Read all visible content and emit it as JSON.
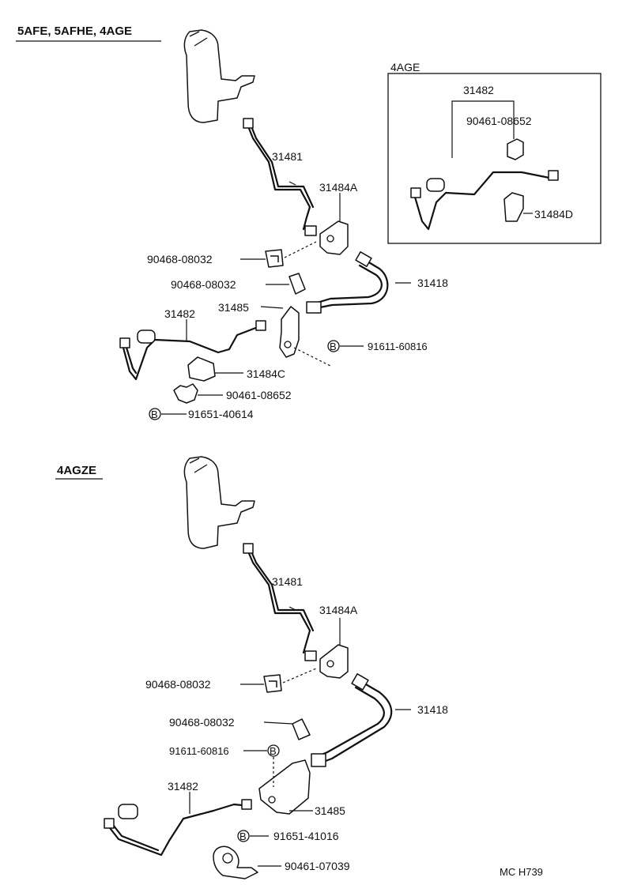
{
  "sections": {
    "top_title": "5AFE, 5AFHE, 4AGE",
    "bottom_title": "4AGZE",
    "inset_title": "4AGE"
  },
  "labels": {
    "t_31481": "31481",
    "t_31484a": "31484A",
    "t_90468a": "90468-08032",
    "t_90468b": "90468-08032",
    "t_31418": "31418",
    "t_31485": "31485",
    "t_31482": "31482",
    "t_91611": "91611-60816",
    "t_31484c": "31484C",
    "t_90461": "90461-08652",
    "t_91651": "91651-40614",
    "i_31482": "31482",
    "i_90461": "90461-08652",
    "i_31484d": "31484D",
    "b_31481": "31481",
    "b_31484a": "31484A",
    "b_90468a": "90468-08032",
    "b_31418": "31418",
    "b_90468b": "90468-08032",
    "b_91611": "91611-60816",
    "b_31482": "31482",
    "b_31485": "31485",
    "b_91651": "91651-41016",
    "b_90461": "90461-07039"
  },
  "markers": {
    "b": "B"
  },
  "footer": {
    "code": "MC  H739"
  }
}
